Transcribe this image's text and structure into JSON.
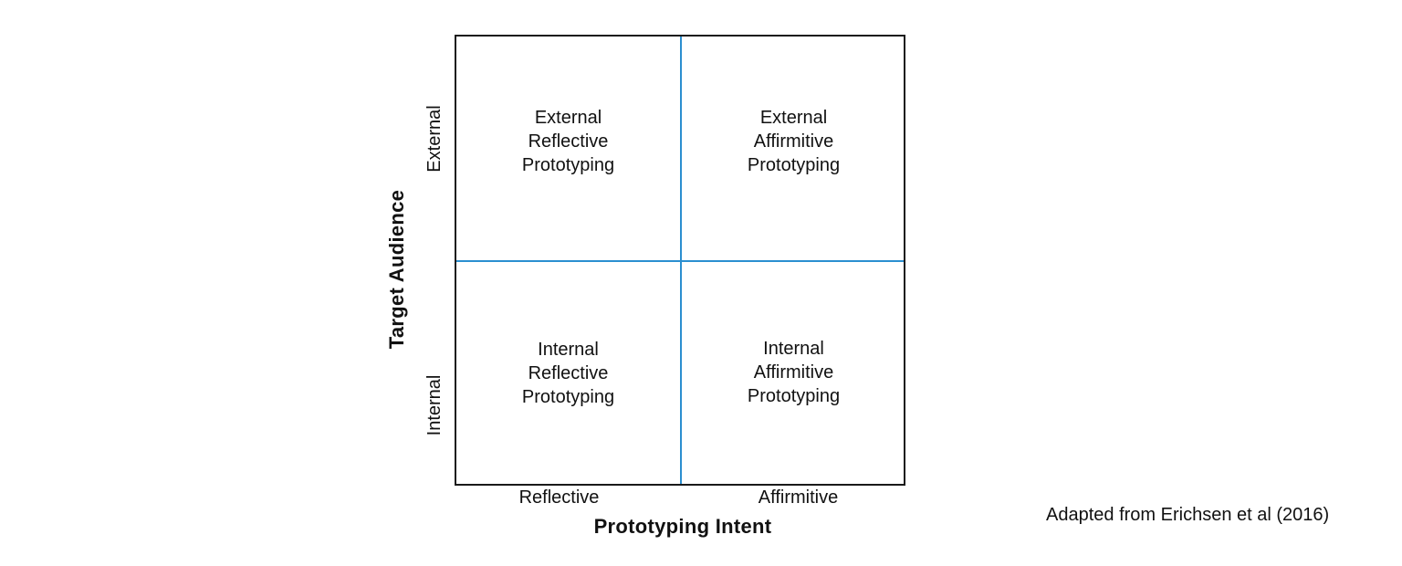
{
  "quadrants": {
    "top_left": {
      "line1": "External",
      "line2": "Reflective",
      "line3": "Prototyping"
    },
    "top_right": {
      "line1": "External",
      "line2": "Affirmitive",
      "line3": "Prototyping"
    },
    "bottom_left": {
      "line1": "Internal",
      "line2": "Reflective",
      "line3": "Prototyping"
    },
    "bottom_right": {
      "line1": "Internal",
      "line2": "Affirmitive",
      "line3": "Prototyping"
    }
  },
  "x_axis": {
    "title": "Prototyping Intent",
    "ticks": [
      "Reflective",
      "Affirmitive"
    ]
  },
  "y_axis": {
    "title": "Target Audience",
    "ticks": [
      "External",
      "Internal"
    ]
  },
  "credit": "Adapted from Erichsen et al (2016)",
  "colors": {
    "border": "#1a1a1a",
    "divider": "#2b8fd0",
    "text": "#111111"
  }
}
